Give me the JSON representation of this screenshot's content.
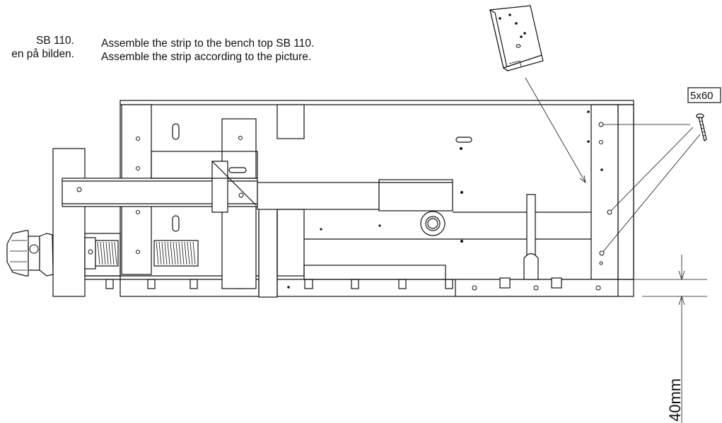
{
  "instructions": {
    "swedish": {
      "line1": "SB 110.",
      "line2": "en på bilden."
    },
    "english": {
      "line1": "Assemble the strip to the bench top SB 110.",
      "line2": "Assemble the strip according to the picture."
    }
  },
  "labels": {
    "screw_size": "5x60",
    "dimension": "40mm"
  },
  "icons": {
    "screw": "screw-icon",
    "strip": "wooden-strip-icon",
    "vise_handle": "vise-handle-icon"
  }
}
